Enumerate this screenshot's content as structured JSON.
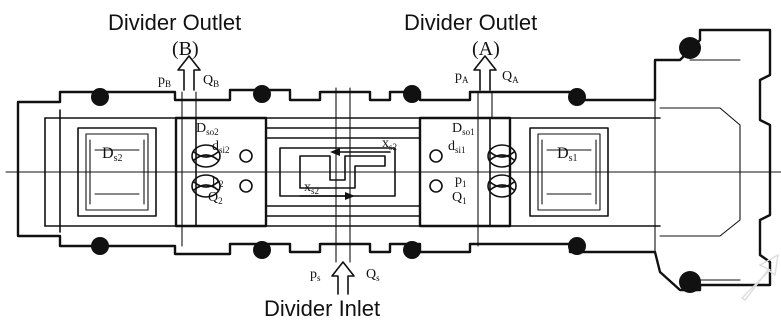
{
  "labels": {
    "outlet_b_title": "Divider Outlet",
    "outlet_b_port": "(B)",
    "outlet_a_title": "Divider Outlet",
    "outlet_a_port": "(A)",
    "inlet_title": "Divider Inlet",
    "pB": "p",
    "pB_sub": "B",
    "QB": "Q",
    "QB_sub": "B",
    "pA": "p",
    "pA_sub": "A",
    "QA": "Q",
    "QA_sub": "A",
    "ps": "p",
    "ps_sub": "s",
    "Qs": "Q",
    "Qs_sub": "s",
    "Ds2": "D",
    "Ds2_sub": "s2",
    "Ds1": "D",
    "Ds1_sub": "s1",
    "Dso2": "D",
    "Dso2_sub": "so2",
    "Dso1": "D",
    "Dso1_sub": "so1",
    "dsi2": "d",
    "dsi2_sub": "si2",
    "dsi1": "d",
    "dsi1_sub": "si1",
    "p2": "p",
    "p2_sub": "2",
    "Q2": "Q",
    "Q2_sub": "2",
    "p1": "p",
    "p1_sub": "1",
    "Q1": "Q",
    "Q1_sub": "1",
    "xs2_top": "x",
    "xs2_top_sub": "s2",
    "xs2_bottom": "x",
    "xs2_bottom_sub": "s2"
  }
}
